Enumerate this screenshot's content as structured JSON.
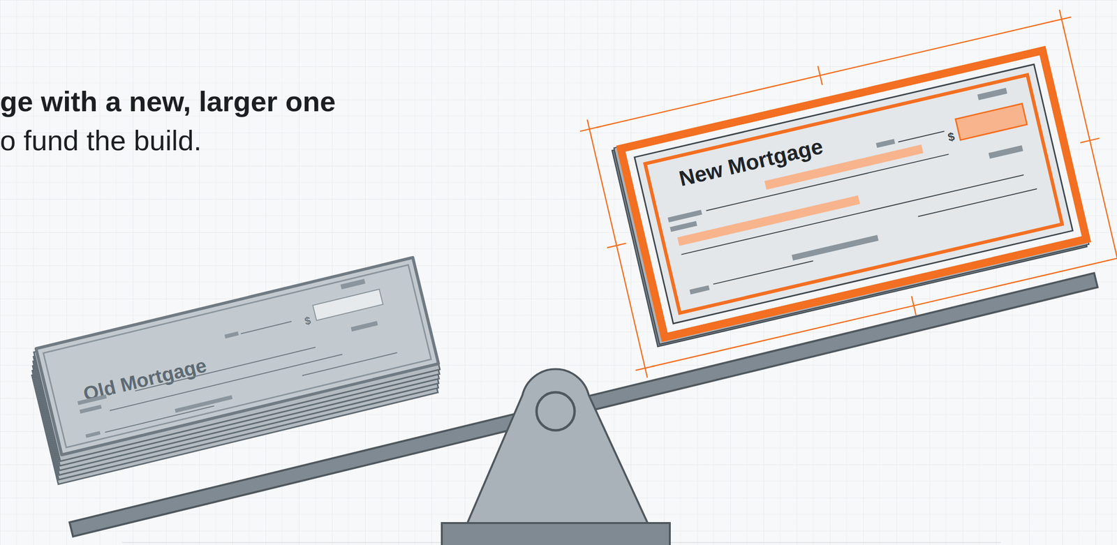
{
  "diagram": {
    "nodes": [
      {
        "text": [
          "Old Mortgage"
        ]
      },
      {
        "text": [
          "New Mortgage"
        ]
      }
    ],
    "labels": [
      "ge with a new, larger one",
      "o fund the build.",
      "$",
      "$"
    ]
  }
}
